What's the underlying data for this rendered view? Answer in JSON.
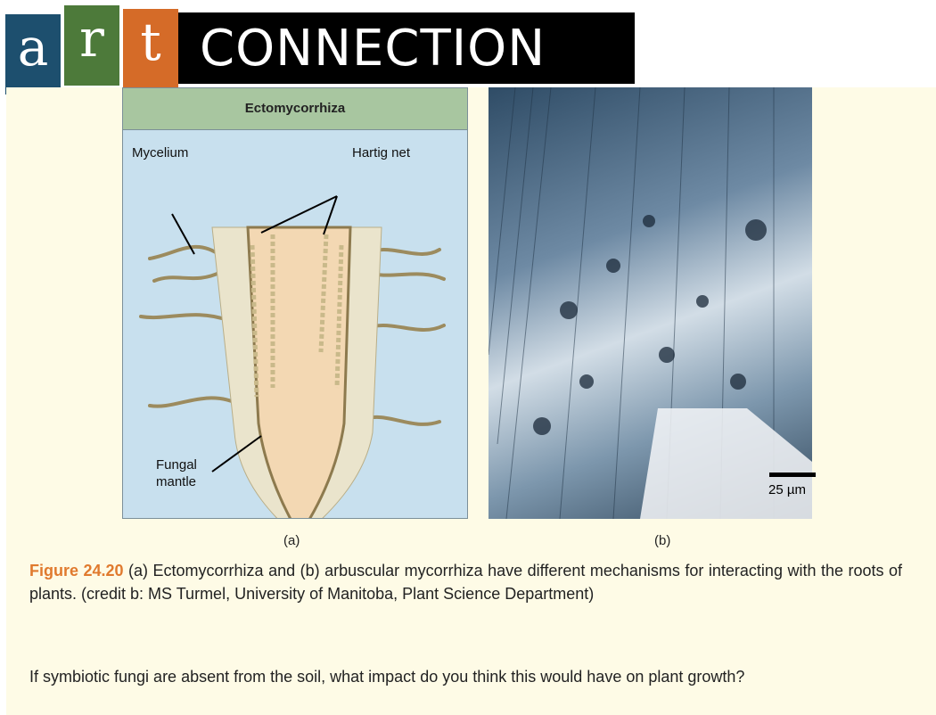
{
  "banner": {
    "letter_a": "a",
    "letter_r": "r",
    "letter_t": "t",
    "word": "CONNECTION",
    "colors": {
      "a": "#1d4f6e",
      "r": "#4d7a3a",
      "t": "#d56b28",
      "bar": "#000000"
    }
  },
  "figure_a": {
    "title": "Ectomycorrhiza",
    "labels": {
      "mycelium": "Mycelium",
      "hartig_net": "Hartig net",
      "fungal_mantle_line1": "Fungal",
      "fungal_mantle_line2": "mantle"
    },
    "panel_label": "(a)"
  },
  "figure_b": {
    "scale_label": "25 µm",
    "panel_label": "(b)"
  },
  "caption": {
    "figure_number": "Figure 24.20",
    "text": " (a) Ectomycorrhiza and (b) arbuscular mycorrhiza have different mechanisms for interacting with the roots of plants. (credit b: MS Turmel, University of Manitoba, Plant Science Department)"
  },
  "question": "If symbiotic fungi are absent from the soil, what impact do you think this would have on plant growth?"
}
